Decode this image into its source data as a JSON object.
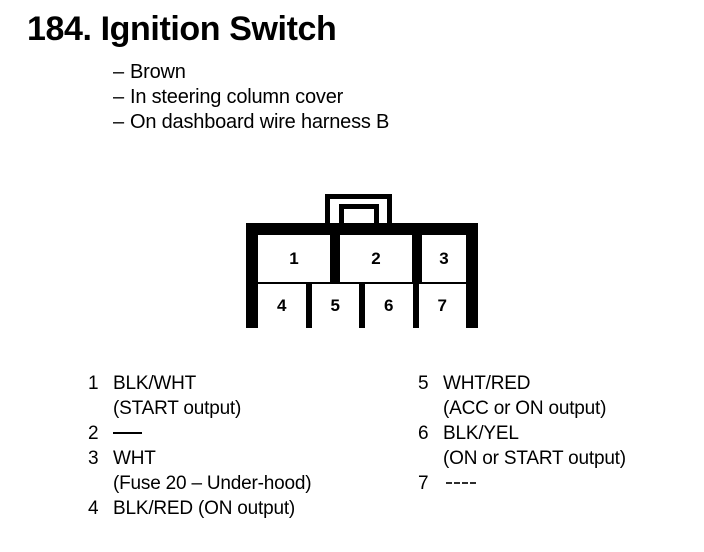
{
  "header": {
    "title": "184.  Ignition Switch",
    "notes": [
      {
        "dash": "–",
        "text": "Brown"
      },
      {
        "dash": "–",
        "text": "In steering column cover"
      },
      {
        "dash": "–",
        "text": "On dashboard wire harness B"
      }
    ]
  },
  "connector": {
    "name": "7-cavity connector",
    "top_row": [
      "1",
      "2",
      "3"
    ],
    "bottom_row": [
      "4",
      "5",
      "6",
      "7"
    ],
    "latch": "locking-tab"
  },
  "legend": {
    "left_column": [
      {
        "pin": "1",
        "wire": "BLK/WHT",
        "detail": "(START output)",
        "blank": false
      },
      {
        "pin": "2",
        "wire": "",
        "detail": "",
        "blank": true,
        "blank_style": "solid"
      },
      {
        "pin": "3",
        "wire": "WHT",
        "detail": "(Fuse 20 – Under-hood)",
        "blank": false
      },
      {
        "pin": "4",
        "wire": "BLK/RED (ON output)",
        "detail": "",
        "blank": false
      }
    ],
    "right_column": [
      {
        "pin": "5",
        "wire": "WHT/RED",
        "detail": "(ACC or ON output)",
        "blank": false
      },
      {
        "pin": "6",
        "wire": "BLK/YEL",
        "detail": "(ON or START output)",
        "blank": false
      },
      {
        "pin": "7",
        "wire": "",
        "detail": "",
        "blank": true,
        "blank_style": "faint"
      }
    ]
  },
  "colors": {
    "ink": "#000000",
    "paper": "#ffffff"
  }
}
